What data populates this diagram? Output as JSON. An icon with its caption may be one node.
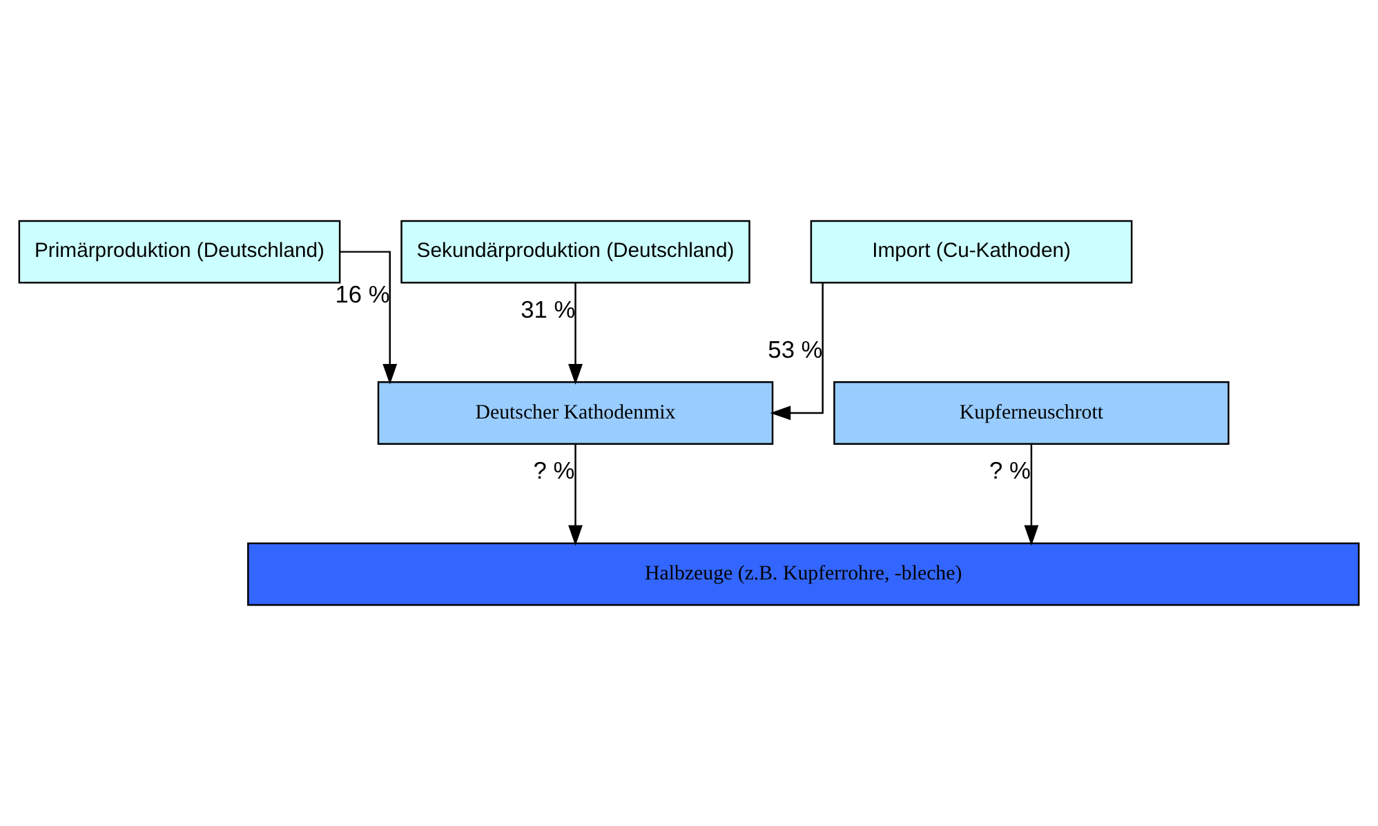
{
  "diagram": {
    "nodes": [
      {
        "text": [
          "Primärproduktion (Deutschland)"
        ]
      },
      {
        "text": [
          "Sekundärproduktion (Deutschland)"
        ]
      },
      {
        "text": [
          "Import (Cu-Kathoden)"
        ]
      },
      {
        "text": [
          "Deutscher Kathodenmix"
        ]
      },
      {
        "text": [
          "Kupferneuschrott"
        ]
      },
      {
        "text": [
          "Halbzeuge (z.B. Kupferrohre, -bleche)"
        ]
      }
    ],
    "edges": [
      {
        "from": 0,
        "to": 3,
        "arrow": "to",
        "label": "16 %"
      },
      {
        "from": 1,
        "to": 3,
        "arrow": "to",
        "label": "31 %"
      },
      {
        "from": 2,
        "to": 3,
        "arrow": "to",
        "label": "53 %"
      },
      {
        "from": 3,
        "to": 5,
        "arrow": "to",
        "label": "? %"
      },
      {
        "from": 4,
        "to": 5,
        "arrow": "to",
        "label": "? %"
      }
    ]
  }
}
